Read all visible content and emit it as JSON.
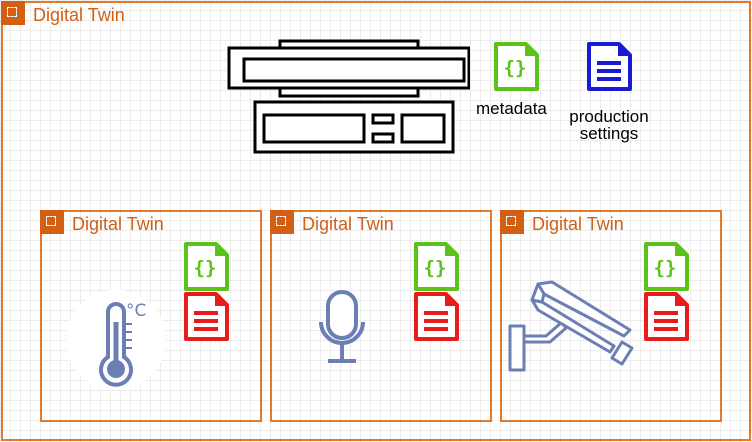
{
  "outer_twin": {
    "title": "Digital Twin",
    "metadata_label": "metadata",
    "settings_label_line1": "production",
    "settings_label_line2": "settings"
  },
  "sub_twins": [
    {
      "title": "Digital Twin",
      "sensor": "thermometer",
      "unit": "°C"
    },
    {
      "title": "Digital Twin",
      "sensor": "microphone"
    },
    {
      "title": "Digital Twin",
      "sensor": "security-camera"
    }
  ],
  "colors": {
    "twin_border": "#e07a2f",
    "twin_accent": "#d35f14",
    "json_doc": "#5bc21a",
    "metadata_doc_blue": "#1a1ad6",
    "data_doc_red": "#e81c1c",
    "sensor_icon": "#6b7fb5"
  },
  "icons": {
    "machine": "production-machine-icon",
    "json_document": "json-document-icon",
    "text_document": "text-document-icon"
  }
}
